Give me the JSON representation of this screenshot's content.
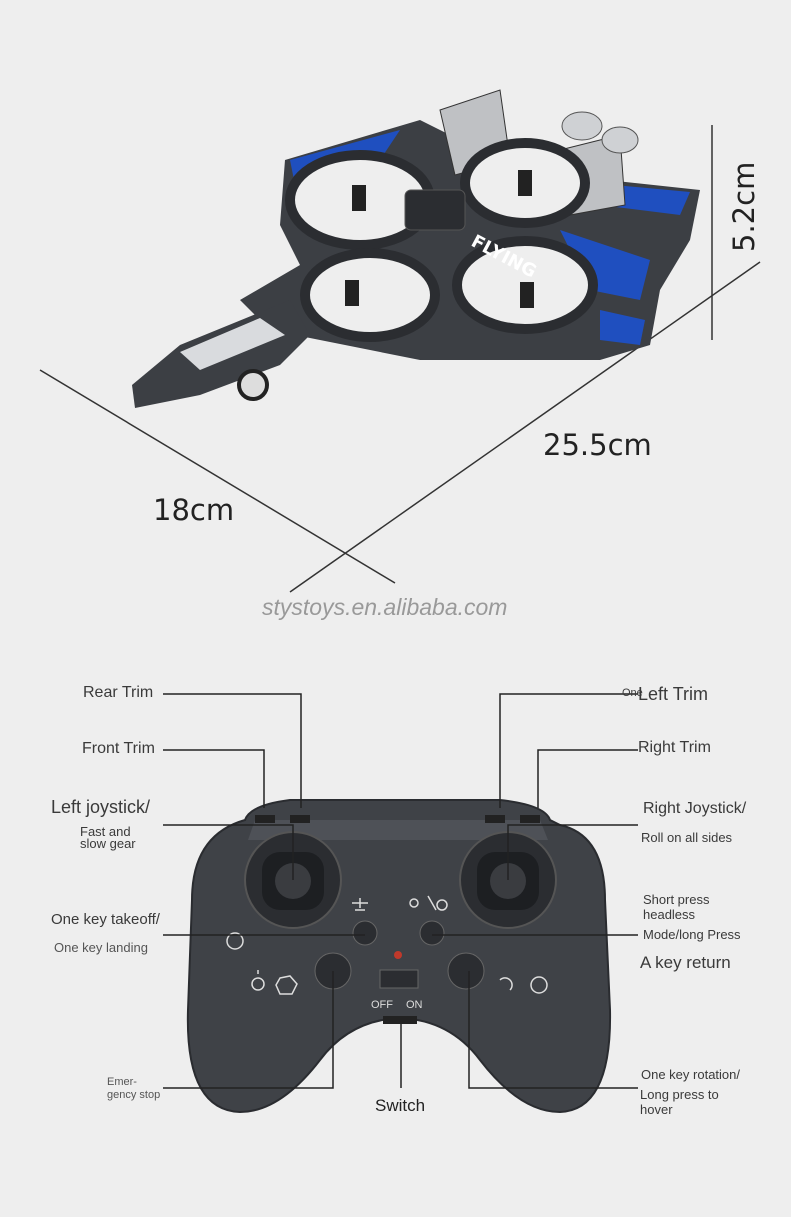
{
  "product": {
    "dimensions": {
      "height": "5.2cm",
      "length": "25.5cm",
      "width": "18cm"
    },
    "fuselage_text": "FLYING",
    "watermark": "stystoys.en.alibaba.com"
  },
  "controller": {
    "switch_off": "OFF",
    "switch_on": "ON",
    "labels": {
      "rear_trim": "Rear Trim",
      "front_trim": "Front Trim",
      "left_joystick": "Left joystick/",
      "left_joystick_sub1": "Fast and",
      "left_joystick_sub2": "slow gear",
      "takeoff": "One key takeoff/",
      "landing": "One key landing",
      "emergency1": "Emer-",
      "emergency2": "gency stop",
      "switch": "Switch",
      "left_trim_prefix": "One",
      "left_trim": "Left Trim",
      "right_trim": "Right Trim",
      "right_joystick": "Right Joystick/",
      "roll": "Roll on all sides",
      "headless1": "Short press",
      "headless2": "headless",
      "mode_long": "Mode/long Press",
      "key_return": "A key return",
      "rotation": "One key rotation/",
      "long_press": "Long press to",
      "hover": "hover"
    },
    "icons": [
      "drone-takeoff-icon",
      "headless-mode-icon",
      "light-icon",
      "stop-icon",
      "rotate-icon",
      "return-icon",
      "power-icon"
    ]
  },
  "colors": {
    "background": "#eeeeee",
    "accent_blue": "#1f4fbf",
    "body_dark": "#3c3f44"
  }
}
